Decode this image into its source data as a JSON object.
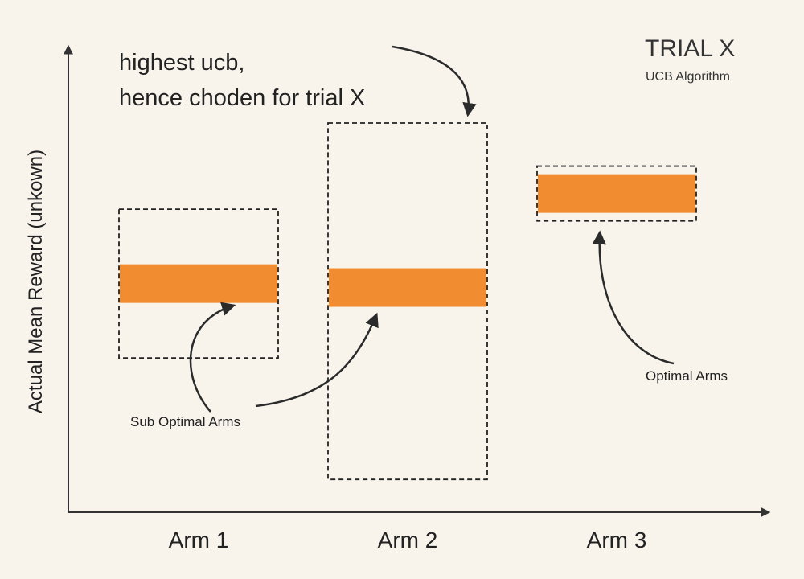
{
  "title": "TRIAL X",
  "subtitle": "UCB Algorithm",
  "callout": {
    "line1": "highest ucb,",
    "line2": "hence choden for trial X"
  },
  "axes": {
    "ylabel": "Actual Mean Reward (unkown)"
  },
  "arms": [
    {
      "label": "Arm 1",
      "mean": 0.59,
      "ucb_lower": 0.4,
      "ucb_upper": 0.78
    },
    {
      "label": "Arm 2",
      "mean": 0.58,
      "ucb_lower": 0.09,
      "ucb_upper": 1.0
    },
    {
      "label": "Arm 3",
      "mean": 0.82,
      "ucb_lower": 0.75,
      "ucb_upper": 0.89
    }
  ],
  "annotations": {
    "sub_optimal": "Sub Optimal Arms",
    "optimal": "Optimal Arms"
  },
  "colors": {
    "mean_bar": "#f28c30",
    "axis": "#333333",
    "background": "#f8f4ec"
  }
}
